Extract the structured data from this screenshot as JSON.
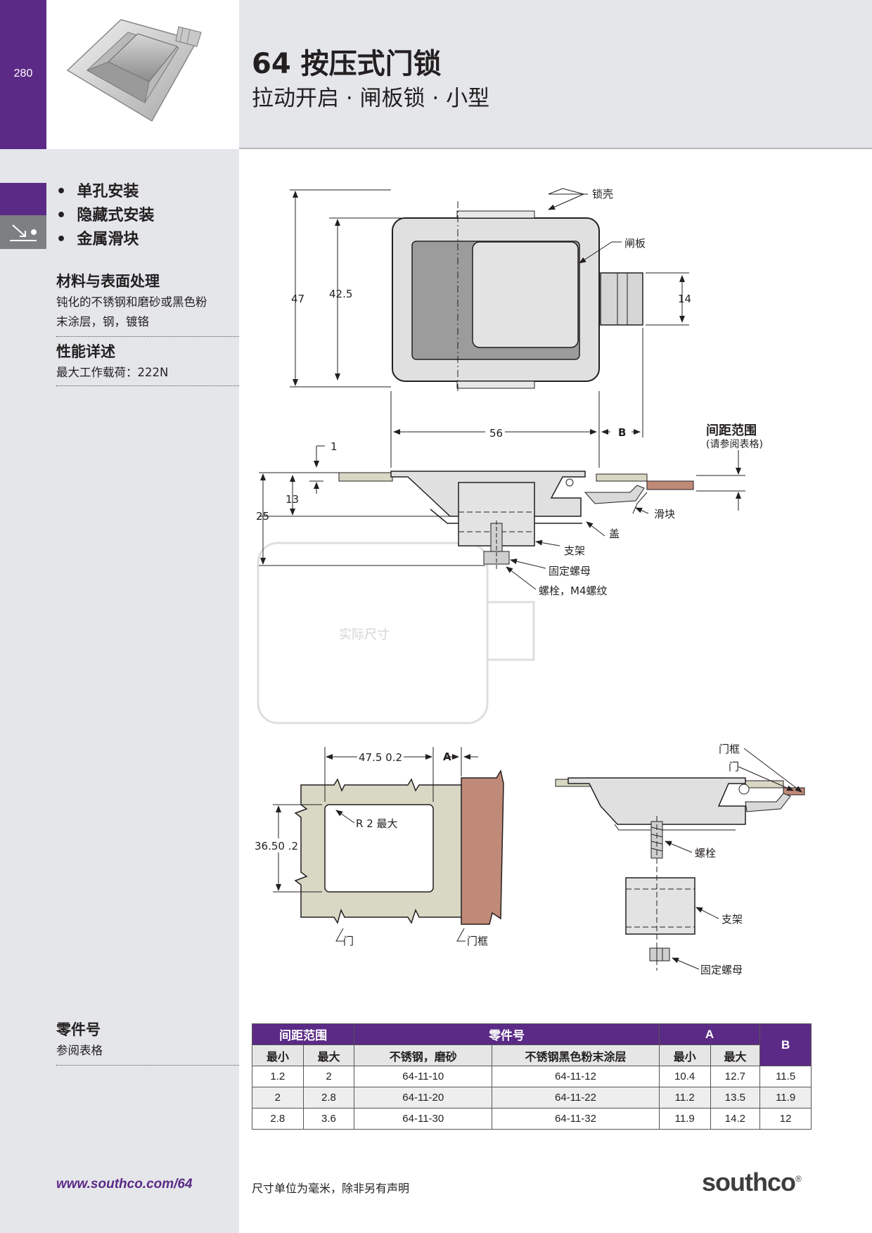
{
  "page_number": "280",
  "header": {
    "title": "64 按压式门锁",
    "subtitle": "拉动开启 · 闸板锁 · 小型"
  },
  "features": [
    "单孔安装",
    "隐藏式安装",
    "金属滑块"
  ],
  "materials": {
    "heading": "材料与表面处理",
    "lines": [
      "钝化的不锈钢和磨砂或黑色粉",
      "末涂层，钢，镀铬"
    ]
  },
  "performance": {
    "heading": "性能详述",
    "text": "最大工作载荷：222N"
  },
  "part_number": {
    "heading": "零件号",
    "text": "参阅表格"
  },
  "drawing_top": {
    "labels": {
      "housing": "锁壳",
      "bolt": "闸板",
      "slider": "滑块",
      "cover": "盖",
      "bracket": "支架",
      "nut": "固定螺母",
      "screw": "螺栓，M4螺纹",
      "full_size": "实际尺寸",
      "grip_range": "间距范围",
      "grip_note": "(请参阅表格)"
    },
    "dims": {
      "d47": "47",
      "d42_5": "42.5",
      "d14": "14",
      "d56": "56",
      "dB": "B",
      "d1": "1",
      "d13": "13",
      "d25": "25"
    }
  },
  "drawing_cutout": {
    "dims": {
      "width": "47.5  0.2",
      "height": "36.50  .2",
      "A": "A",
      "radius": "R 2 最大"
    },
    "labels": {
      "door": "门",
      "frame": "门框"
    }
  },
  "drawing_side": {
    "labels": {
      "frame": "门框",
      "door": "门",
      "screw": "螺栓",
      "bracket": "支架",
      "nut": "固定螺母"
    }
  },
  "table": {
    "group_headers": {
      "grip": "间距范围",
      "part": "零件号",
      "A": "A",
      "B": "B"
    },
    "sub_headers": {
      "min": "最小",
      "max": "最大",
      "ss": "不锈钢，磨砂",
      "black": "不锈钢黑色粉末涂层",
      "a_min": "最小",
      "a_max": "最大"
    },
    "rows": [
      {
        "min": "1.2",
        "max": "2",
        "ss": "64-11-10",
        "black": "64-11-12",
        "a_min": "10.4",
        "a_max": "12.7",
        "b": "11.5"
      },
      {
        "min": "2",
        "max": "2.8",
        "ss": "64-11-20",
        "black": "64-11-22",
        "a_min": "11.2",
        "a_max": "13.5",
        "b": "11.9"
      },
      {
        "min": "2.8",
        "max": "3.6",
        "ss": "64-11-30",
        "black": "64-11-32",
        "a_min": "11.9",
        "a_max": "14.2",
        "b": "12"
      }
    ]
  },
  "footer": {
    "url": "www.southco.com/64",
    "note": "尺寸单位为毫米，除非另有声明",
    "brand": "southco",
    "brand_mark": "®"
  },
  "colors": {
    "accent": "#5b2a86",
    "panel": "#e4e6e9",
    "door": "#d8d8c4",
    "frame": "#c08a78"
  }
}
